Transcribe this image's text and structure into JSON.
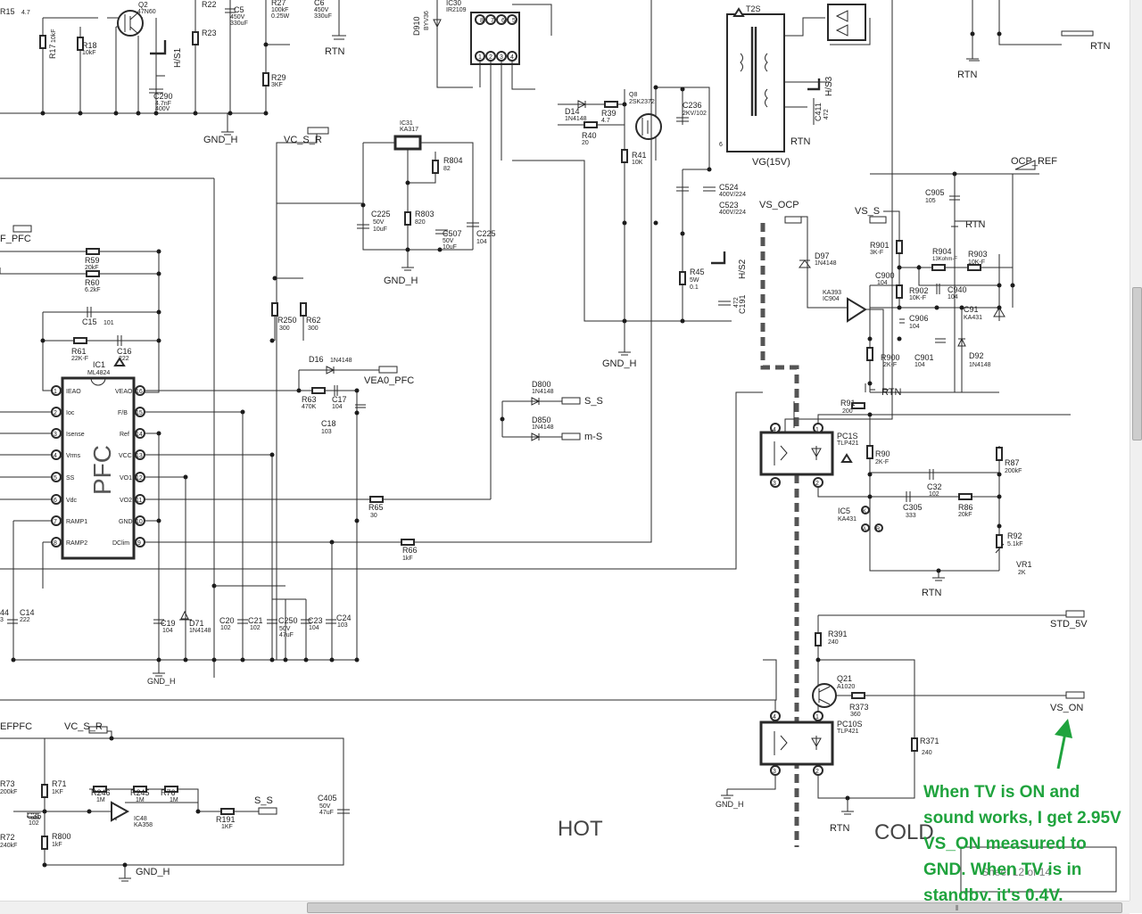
{
  "labels": {
    "gnd_h_1": "GND_H",
    "vc_s_r_1": "VC_S_R",
    "gnd_h_2": "GND_H",
    "f_pfc": "F_PFC",
    "vea0_pfc": "VEA0_PFC",
    "s_s_1": "S_S",
    "m_s": "m-S",
    "gnd_h_3": "GND_H",
    "gnd_h_4": "GND_H",
    "efpfc": "EFPFC",
    "vc_s_r_2": "VC_S_R",
    "s_s_2": "S_S",
    "gnd_h_5": "GND_H",
    "rtn_1": "RTN",
    "rtn_2": "RTN",
    "rtn_3": "RTN",
    "rtn_4": "RTN",
    "rtn_5": "RTN",
    "rtn_6": "RTN",
    "rtn_7": "RTN",
    "rtn_8": "RTN",
    "vg": "VG(15V)",
    "vs_ocp": "VS_OCP",
    "vs_s": "VS_S",
    "ocp_ref": "OCP_REF",
    "std_5v": "STD_5V",
    "vs_on": "VS_ON",
    "gnd_h_6": "GND_H",
    "hot": "HOT",
    "cold": "COLD",
    "hs1": "H/S1",
    "hs2": "H/S2",
    "hs3": "H/S3",
    "sheet": "Sheet 12 of 14"
  },
  "components": {
    "r15": "R15",
    "r15v": "4.7",
    "r17": "R17",
    "r17v": "10kF",
    "r18": "R18",
    "r18v": "10kF",
    "q2": "Q2",
    "q2v": "47N60",
    "r22": "R22",
    "r23": "R23",
    "c5": "C5",
    "c5v1": "450V",
    "c5v2": "330uF",
    "r27": "R27",
    "r27v1": "100kF",
    "r27v2": "0.25W",
    "r29": "R29",
    "r29v": "3KF",
    "c6": "C6",
    "c6v1": "450V",
    "c6v2": "330uF",
    "c290": "C290",
    "c290v1": "4.7nF",
    "c290v2": "400V",
    "d910": "D910",
    "d910v": "BYV36",
    "ic30": "IC30",
    "ic30v": "IR2109",
    "t2s": "T2S",
    "ic31": "IC31",
    "ic31v": "KA317",
    "r804": "R804",
    "r804v": "82",
    "c225a": "C225",
    "c225av1": "50V",
    "c225av2": "10uF",
    "r803": "R803",
    "r803v": "820",
    "c507": "C507",
    "c507v1": "50V",
    "c507v2": "10uF",
    "c225b": "C225",
    "c225bv": "104",
    "d14": "D14",
    "d14v": "1N4148",
    "r39": "R39",
    "r39v": "4.7",
    "r40": "R40",
    "r40v": "20",
    "q8": "Q8",
    "q8v": "2SK2372",
    "c236": "C236",
    "c236v": "2KV/102",
    "r41": "R41",
    "r41v": "10K",
    "c524": "C524",
    "c524v": "400V/224",
    "c523": "C523",
    "c523v": "400V/224",
    "r45": "R45",
    "r45v1": "5W",
    "r45v2": "0.1",
    "c191": "C191",
    "c191v": "472",
    "c411": "C411",
    "c411v": "472",
    "c905": "C905",
    "c905v": "105",
    "r901": "R901",
    "r901v": "3K-F",
    "r904": "R904",
    "r904v": "13Kohm-F",
    "r903": "R903",
    "r903v": "10K-F",
    "c900": "C900",
    "c900v": "104",
    "r902": "R902",
    "r902v": "10K-F",
    "c940": "C940",
    "c940v": "104",
    "c91": "C91",
    "c91v": "KA431",
    "c906": "C906",
    "c906v": "104",
    "r900": "R900",
    "r900v": "2K-F",
    "c901": "C901",
    "c901v": "104",
    "d92": "D92",
    "d92v": "1N4148",
    "d97": "D97",
    "d97v": "1N4148",
    "ka393": "KA393",
    "ic904": "IC904",
    "r59": "R59",
    "r59v": "20kF",
    "r60": "R60",
    "r60v": "6.2kF",
    "c15": "C15",
    "c15v": "101",
    "r61": "R61",
    "r61v": "22K-F",
    "c16": "C16",
    "c16v": "222",
    "ic1": "IC1",
    "ic1v": "ML4824",
    "pfc": "PFC",
    "r250": "R250",
    "r250v": "300",
    "r62": "R62",
    "r62v": "300",
    "d16": "D16",
    "d16v": "1N4148",
    "r63": "R63",
    "r63v": "470K",
    "c17": "C17",
    "c17v": "104",
    "c18": "C18",
    "c18v": "103",
    "r65": "R65",
    "r65v": "30",
    "r66": "R66",
    "r66v": "1kF",
    "d800": "D800",
    "d800v": "1N4148",
    "d850": "D850",
    "d850v": "1N4148",
    "c14": "C14",
    "c14v": "222",
    "c44": "44",
    "c44v": "3",
    "c19": "C19",
    "c19v": "104",
    "d71": "D71",
    "d71v": "1N4148",
    "c20": "C20",
    "c20v": "102",
    "c21": "C21",
    "c21v": "102",
    "c250": "C250",
    "c250v1": "50V",
    "c250v2": "47uF",
    "c23": "C23",
    "c23v": "104",
    "c24": "C24",
    "c24v": "103",
    "r91": "R91",
    "r91v": "200",
    "pc1s": "PC1S",
    "pc1sv": "TLP421",
    "r90": "R90",
    "r90v": "2K-F",
    "r87": "R87",
    "r87v": "200kF",
    "c32": "C32",
    "c32v": "102",
    "c305": "C305",
    "c305v": "333",
    "r86": "R86",
    "r86v": "20kF",
    "ic5": "IC5",
    "ic5v": "KA431",
    "r92": "R92",
    "r92v": "5.1kF",
    "vr1": "VR1",
    "vr1v": "2K",
    "r391": "R391",
    "r391v": "240",
    "q21": "Q21",
    "q21v": "A1020",
    "r373": "R373",
    "r373v": "360",
    "pc10s": "PC10S",
    "pc10sv": "TLP421",
    "r371": "R371",
    "r371v": "240",
    "r73": "R73",
    "r73v": "200kF",
    "r71": "R71",
    "r71v": "1KF",
    "r246": "R246",
    "r246v": "1M",
    "r245": "R245",
    "r245v": "1M",
    "r76": "R76",
    "r76v": "1M",
    "c35": "C35",
    "c35v": "102",
    "ic48": "IC48",
    "ic48v": "KA358",
    "r191": "R191",
    "r191v": "1KF",
    "r72": "R72",
    "r72v": "240kF",
    "r800": "R800",
    "r800v": "1kF",
    "c405": "C405",
    "c405v1": "50V",
    "c405v2": "47uF"
  },
  "ic1_pins": {
    "left": [
      {
        "num": "1",
        "name": "IEAO"
      },
      {
        "num": "2",
        "name": "Ioc"
      },
      {
        "num": "3",
        "name": "Isense"
      },
      {
        "num": "4",
        "name": "Vrms"
      },
      {
        "num": "5",
        "name": "SS"
      },
      {
        "num": "6",
        "name": "Vdc"
      },
      {
        "num": "7",
        "name": "RAMP1"
      },
      {
        "num": "8",
        "name": "RAMP2"
      }
    ],
    "right": [
      {
        "num": "16",
        "name": "VEAO"
      },
      {
        "num": "15",
        "name": "F/B"
      },
      {
        "num": "14",
        "name": "Ref"
      },
      {
        "num": "13",
        "name": "VCC"
      },
      {
        "num": "12",
        "name": "VO1"
      },
      {
        "num": "11",
        "name": "VO2"
      },
      {
        "num": "10",
        "name": "GND"
      },
      {
        "num": "9",
        "name": "DClim"
      }
    ]
  },
  "ic30_pins": {
    "top": [
      "8",
      "7",
      "6",
      "5"
    ],
    "bottom": [
      "1",
      "2",
      "3",
      "4"
    ]
  },
  "opto_pins": {
    "p4": "4",
    "p3": "3",
    "p1": "1",
    "p2": "2",
    "t6": "6"
  },
  "ic5_pins": {
    "k": "K",
    "a1": "A",
    "r": "R"
  },
  "note": "When TV is ON and\nsound works, I get 2.95V\nVS_ON measured to\nGND. When TV is in\nstandby, it's 0.4V.",
  "colors": {
    "annotation": "#1fa33d",
    "wire": "#2a2a2a",
    "isolation": "#555555"
  }
}
